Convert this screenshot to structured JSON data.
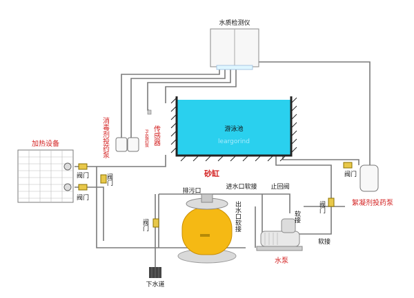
{
  "title": "",
  "labels": {
    "water_quality_tester": "水质检测仪",
    "pool": "游泳池",
    "pool_brand": "leargorind",
    "heating_equipment": "加热设备",
    "disinfectant_pump": "消毒剂投药泵",
    "ph_pump": "PH投药泵",
    "sensor": "传感器",
    "sand_filter": "砂缸",
    "drain_outlet": "排污口",
    "inlet_hose": "进水口软接",
    "outlet_hose": "出水口软接",
    "check_valve": "止回阀",
    "flocculant_pump": "絮凝剂投药泵",
    "water_pump": "水泵",
    "sewer": "下水道",
    "soft_joint_1": "软接",
    "soft_joint_2": "软接",
    "valve_1": "阀门",
    "valve_2": "阀门",
    "valve_3": "阀门",
    "valve_4": "阀门",
    "valve_5": "阀门",
    "valve_6": "阀门"
  },
  "colors": {
    "pool_water": "#2ad0ee",
    "sand_filter": "#f5b914",
    "pipe": "#7a7a7a",
    "label_red": "#d32020"
  }
}
